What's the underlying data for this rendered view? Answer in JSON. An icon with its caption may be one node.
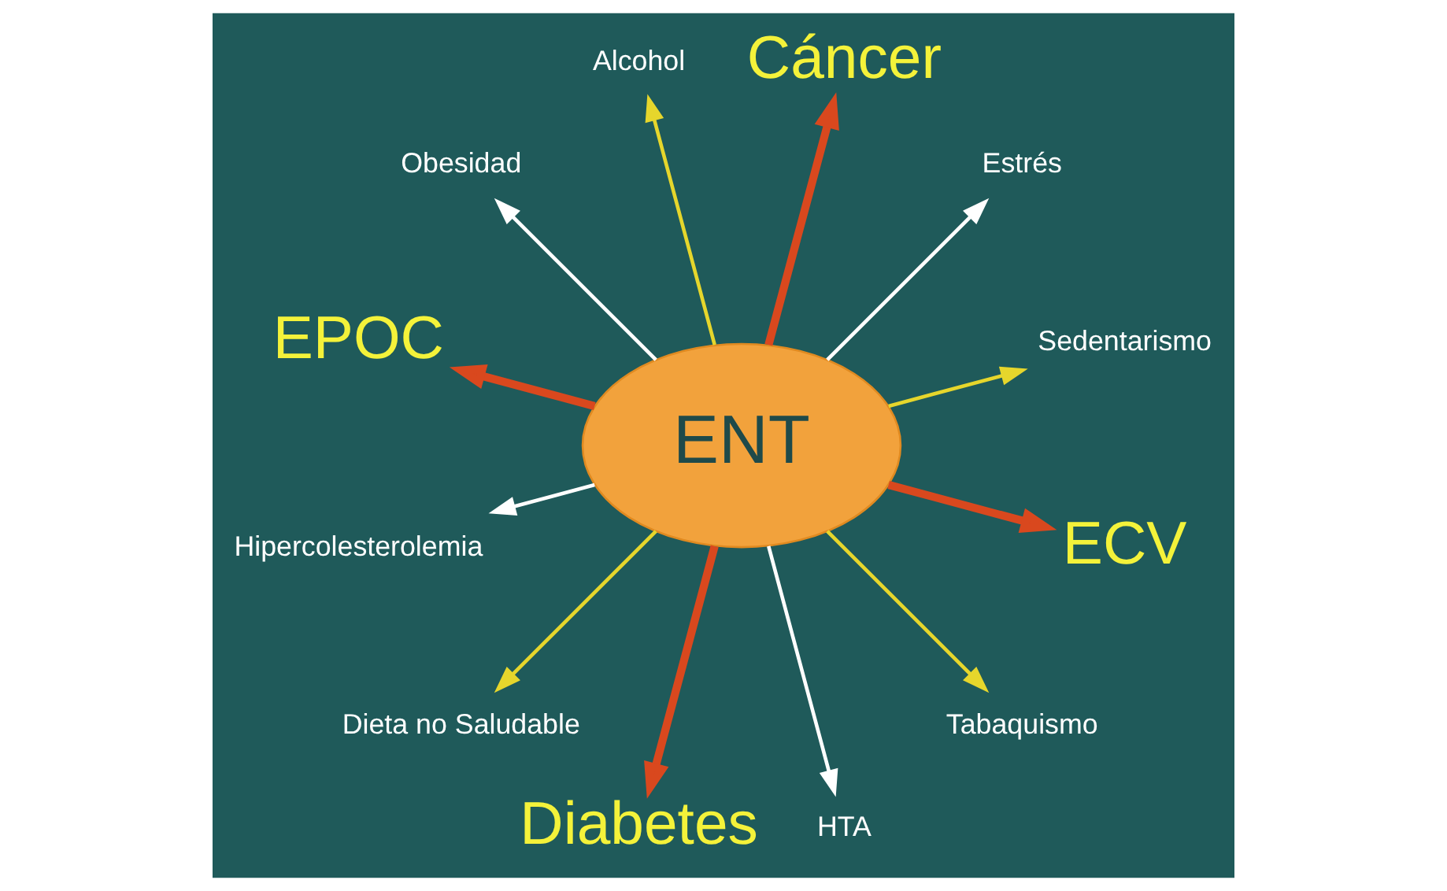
{
  "diagram": {
    "nodes": [
      {
        "text": [
          "ENT"
        ]
      },
      {
        "text": [
          "Sedentarismo"
        ]
      },
      {
        "text": [
          "Estrés"
        ]
      },
      {
        "text": [
          "Cáncer"
        ]
      },
      {
        "text": [
          "Alcohol"
        ]
      },
      {
        "text": [
          "Obesidad"
        ]
      },
      {
        "text": [
          "EPOC"
        ]
      },
      {
        "text": [
          "Hipercolesterolemia"
        ]
      },
      {
        "text": [
          "Dieta no Saludable"
        ]
      },
      {
        "text": [
          "Diabetes"
        ]
      },
      {
        "text": [
          "HTA"
        ]
      },
      {
        "text": [
          "Tabaquismo"
        ]
      },
      {
        "text": [
          "ECV"
        ]
      }
    ],
    "edges": [
      {
        "from": 0,
        "to": 1,
        "arrow": "to",
        "color": "#e6d62c"
      },
      {
        "from": 0,
        "to": 2,
        "arrow": "to",
        "color": "#ffffff"
      },
      {
        "from": 0,
        "to": 3,
        "arrow": "to",
        "style": "thick",
        "color": "#d9481e"
      },
      {
        "from": 0,
        "to": 4,
        "arrow": "to",
        "color": "#e6d62c"
      },
      {
        "from": 0,
        "to": 5,
        "arrow": "to",
        "color": "#ffffff"
      },
      {
        "from": 0,
        "to": 6,
        "arrow": "to",
        "style": "thick",
        "color": "#d9481e"
      },
      {
        "from": 0,
        "to": 7,
        "arrow": "to",
        "color": "#ffffff"
      },
      {
        "from": 0,
        "to": 8,
        "arrow": "to",
        "color": "#e6d62c"
      },
      {
        "from": 0,
        "to": 9,
        "arrow": "to",
        "style": "thick",
        "color": "#d9481e"
      },
      {
        "from": 0,
        "to": 10,
        "arrow": "to",
        "color": "#ffffff"
      },
      {
        "from": 0,
        "to": 11,
        "arrow": "to",
        "color": "#e6d62c"
      },
      {
        "from": 0,
        "to": 12,
        "arrow": "to",
        "style": "thick",
        "color": "#d9481e"
      }
    ]
  }
}
